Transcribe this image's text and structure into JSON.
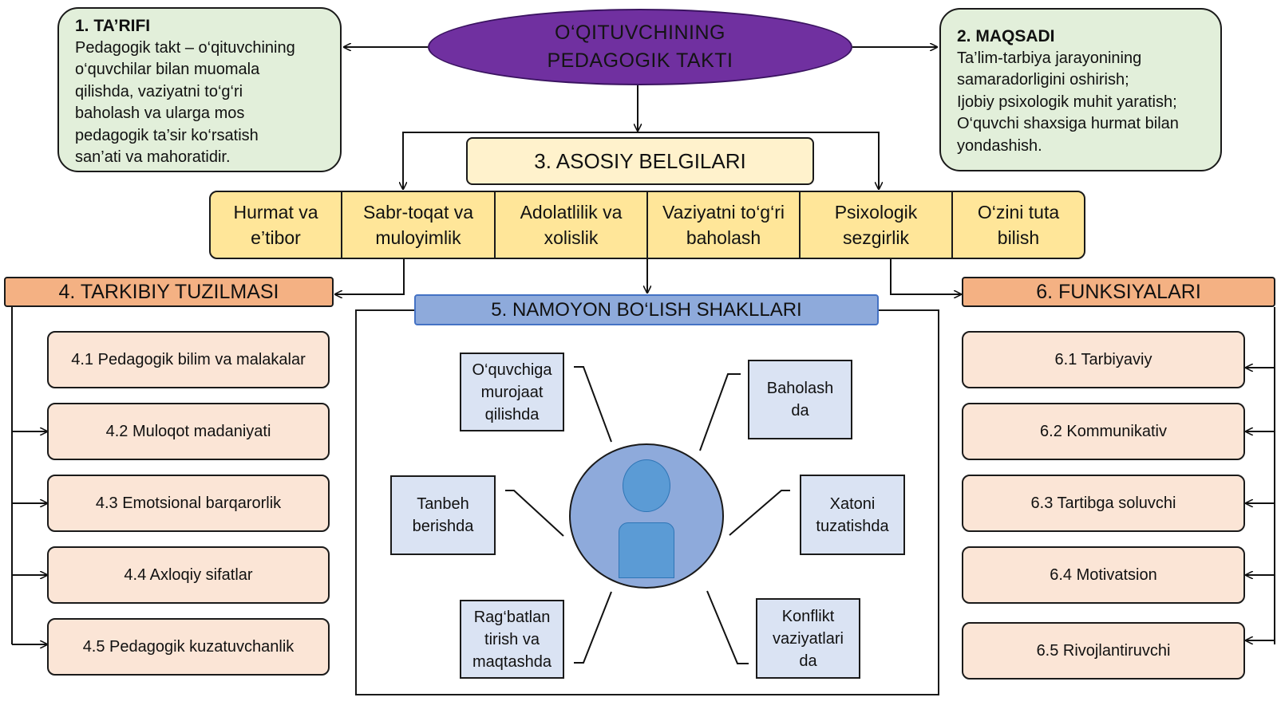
{
  "title": {
    "line1": "O‘QITUVCHINING",
    "line2": "PEDAGOGIK TAKTI"
  },
  "tarifi": {
    "heading": "1. TA’RIFI",
    "lines": [
      "Pedagogik takt – o‘qituvchining",
      "o‘quvchilar bilan muomala",
      "qilishda, vaziyatni to‘g‘ri",
      "baholash va ularga mos",
      "pedagogik ta’sir ko‘rsatish",
      "san’ati va mahoratidir."
    ]
  },
  "maqsadi": {
    "heading": "2. MAQSADI",
    "lines": [
      "Ta’lim-tarbiya jarayonining",
      "samaradorligini oshirish;",
      "Ijobiy psixologik muhit yaratish;",
      "O‘quvchi shaxsiga hurmat bilan",
      "yondashish."
    ]
  },
  "belgilari": {
    "heading": "3. ASOSIY BELGILARI",
    "items": [
      {
        "line1": "Hurmat va",
        "line2": "e’tibor"
      },
      {
        "line1": "Sabr-toqat va",
        "line2": "muloyimlik"
      },
      {
        "line1": "Adolatlilik va",
        "line2": "xolislik"
      },
      {
        "line1": "Vaziyatni to‘g‘ri",
        "line2": "baholash"
      },
      {
        "line1": "Psixologik",
        "line2": "sezgirlik"
      },
      {
        "line1": "O‘zini tuta",
        "line2": "bilish"
      }
    ]
  },
  "tarkibiy": {
    "heading": "4. TARKIBIY TUZILMASI",
    "items": [
      "4.1 Pedagogik bilim va malakalar",
      "4.2 Muloqot madaniyati",
      "4.3 Emotsional barqarorlik",
      "4.4 Axloqiy sifatlar",
      "4.5 Pedagogik kuzatuvchanlik"
    ]
  },
  "namoyon": {
    "heading": "5. NAMOYON BO‘LISH SHAKLLARI",
    "forms": [
      {
        "lines": [
          "O‘quvchiga",
          "murojaat",
          "qilishda"
        ]
      },
      {
        "lines": [
          "Baholash",
          "da"
        ]
      },
      {
        "lines": [
          "Tanbeh",
          "berishda"
        ]
      },
      {
        "lines": [
          "Xatoni",
          "tuzatishda"
        ]
      },
      {
        "lines": [
          "Rag‘batlan",
          "tirish va",
          "maqtashda"
        ]
      },
      {
        "lines": [
          "Konflikt",
          "vaziyatlari",
          "da"
        ]
      }
    ]
  },
  "funksiyalari": {
    "heading": "6. FUNKSIYALARI",
    "items": [
      "6.1 Tarbiyaviy",
      "6.2 Kommunikativ",
      "6.3 Tartibga soluvchi",
      "6.4 Motivatsion",
      "6.5 Rivojlantiruvchi"
    ]
  },
  "colors": {
    "title_fill": "#7030a0",
    "green_fill": "#e2efda",
    "belgi_fill": "#ffe699",
    "belgi_head_fill": "#fff2cc",
    "orange_fill": "#f4b183",
    "pink_fill": "#fbe5d6",
    "blue_head_fill": "#8eaadb",
    "form_fill": "#dae3f3",
    "avatar_fill": "#5b9bd5"
  }
}
